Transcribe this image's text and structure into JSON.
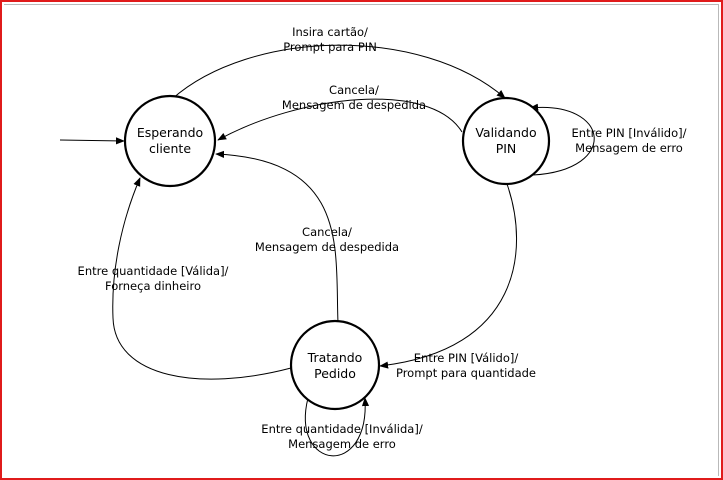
{
  "states": {
    "esperando": [
      "Esperando",
      "cliente"
    ],
    "validando": [
      "Validando",
      "PIN"
    ],
    "tratando": [
      "Tratando",
      "Pedido"
    ]
  },
  "transitions": {
    "insira": [
      "Insira cartão/",
      "Prompt para PIN"
    ],
    "cancela_validando": [
      "Cancela/",
      "Mensagem de despedida"
    ],
    "pin_invalido": [
      "Entre PIN [Inválido]/",
      "Mensagem de erro"
    ],
    "cancela_tratando": [
      "Cancela/",
      "Mensagem de despedida"
    ],
    "quantidade_valida": [
      "Entre quantidade [Válida]/",
      "Forneça dinheiro"
    ],
    "pin_valido": [
      "Entre PIN [Válido]/",
      "Prompt para quantidade"
    ],
    "quantidade_invalida": [
      "Entre quantidade [Inválida]/",
      "Mensagem de erro"
    ]
  },
  "colors": {
    "frame": "#e01b1b",
    "ink": "#000000"
  }
}
